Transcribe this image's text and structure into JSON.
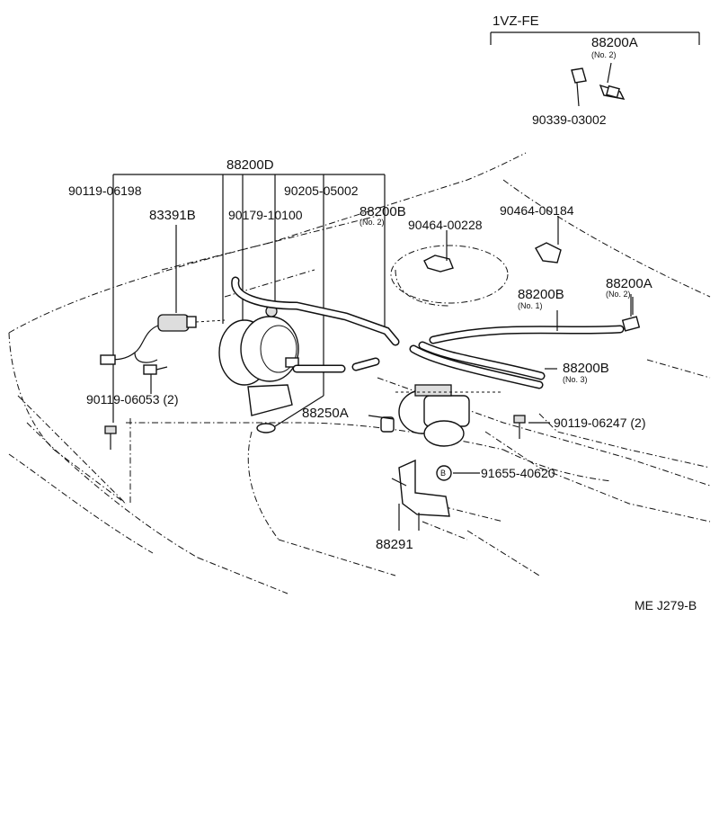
{
  "diagram": {
    "variant": "1VZ-FE",
    "ref_code": "ME J279-B",
    "labels": {
      "p88200A_top": "88200A",
      "p88200A_top_sub": "(No. 2)",
      "p90339": "90339-03002",
      "p88200D": "88200D",
      "p90119_06198": "90119-06198",
      "p83391B": "83391B",
      "p90205": "90205-05002",
      "p90179": "90179-10100",
      "p88200B_no2": "88200B",
      "p88200B_no2_sub": "(No. 2)",
      "p90464_00228": "90464-00228",
      "p90464_00184": "90464-00184",
      "p88200A_right": "88200A",
      "p88200A_right_sub": "(No. 2)",
      "p88200B_no1": "88200B",
      "p88200B_no1_sub": "(No. 1)",
      "p88200B_no3": "88200B",
      "p88200B_no3_sub": "(No. 3)",
      "p90119_06053": "90119-06053 (2)",
      "p88250A": "88250A",
      "p90119_06247": "90119-06247 (2)",
      "p91655": "91655-40620",
      "p91655_mark": "B",
      "p88291": "88291"
    }
  }
}
